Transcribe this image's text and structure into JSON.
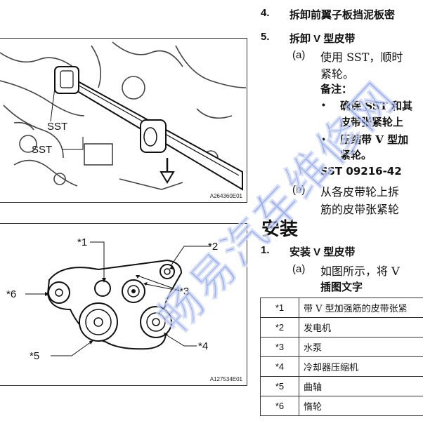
{
  "figure1": {
    "sst_label": "SST",
    "code": "A264360E01"
  },
  "figure2": {
    "callouts": {
      "c1": "*1",
      "c2": "*2",
      "c3": "*3",
      "c4": "*4",
      "c5": "*5",
      "c6": "*6"
    },
    "code": "A127534E01"
  },
  "removal": {
    "step4": {
      "num": "4.",
      "title": "拆卸前翼子板挡泥板密"
    },
    "step5": {
      "num": "5.",
      "title": "拆卸 V 型皮带",
      "a_label": "(a)",
      "a_line1": "使用 SST，顺时",
      "a_line2": "紧轮。",
      "note_heading": "备注：",
      "note_items": [
        "确保 SST 和其",
        "皮带张紧轮上",
        "压缩带 V 型加",
        "紧轮。"
      ],
      "sst_line": "SST 09216-42",
      "b_label": "(b)",
      "b_line1": "从各皮带轮上拆",
      "b_line2": "筋的皮带张紧轮"
    }
  },
  "install": {
    "heading": "安装",
    "step1": {
      "num": "1.",
      "title": "安装 V 型皮带",
      "a_label": "(a)",
      "a_line1": "如图所示，将 V",
      "caption_heading": "插图文字"
    },
    "legend": [
      {
        "key": "*1",
        "value": "带 V 型加强筋的皮带张紧"
      },
      {
        "key": "*2",
        "value": "发电机"
      },
      {
        "key": "*3",
        "value": "水泵"
      },
      {
        "key": "*4",
        "value": "冷却器压缩机"
      },
      {
        "key": "*5",
        "value": "曲轴"
      },
      {
        "key": "*6",
        "value": "惰轮"
      }
    ]
  },
  "watermark": "畅易汽车维修网"
}
